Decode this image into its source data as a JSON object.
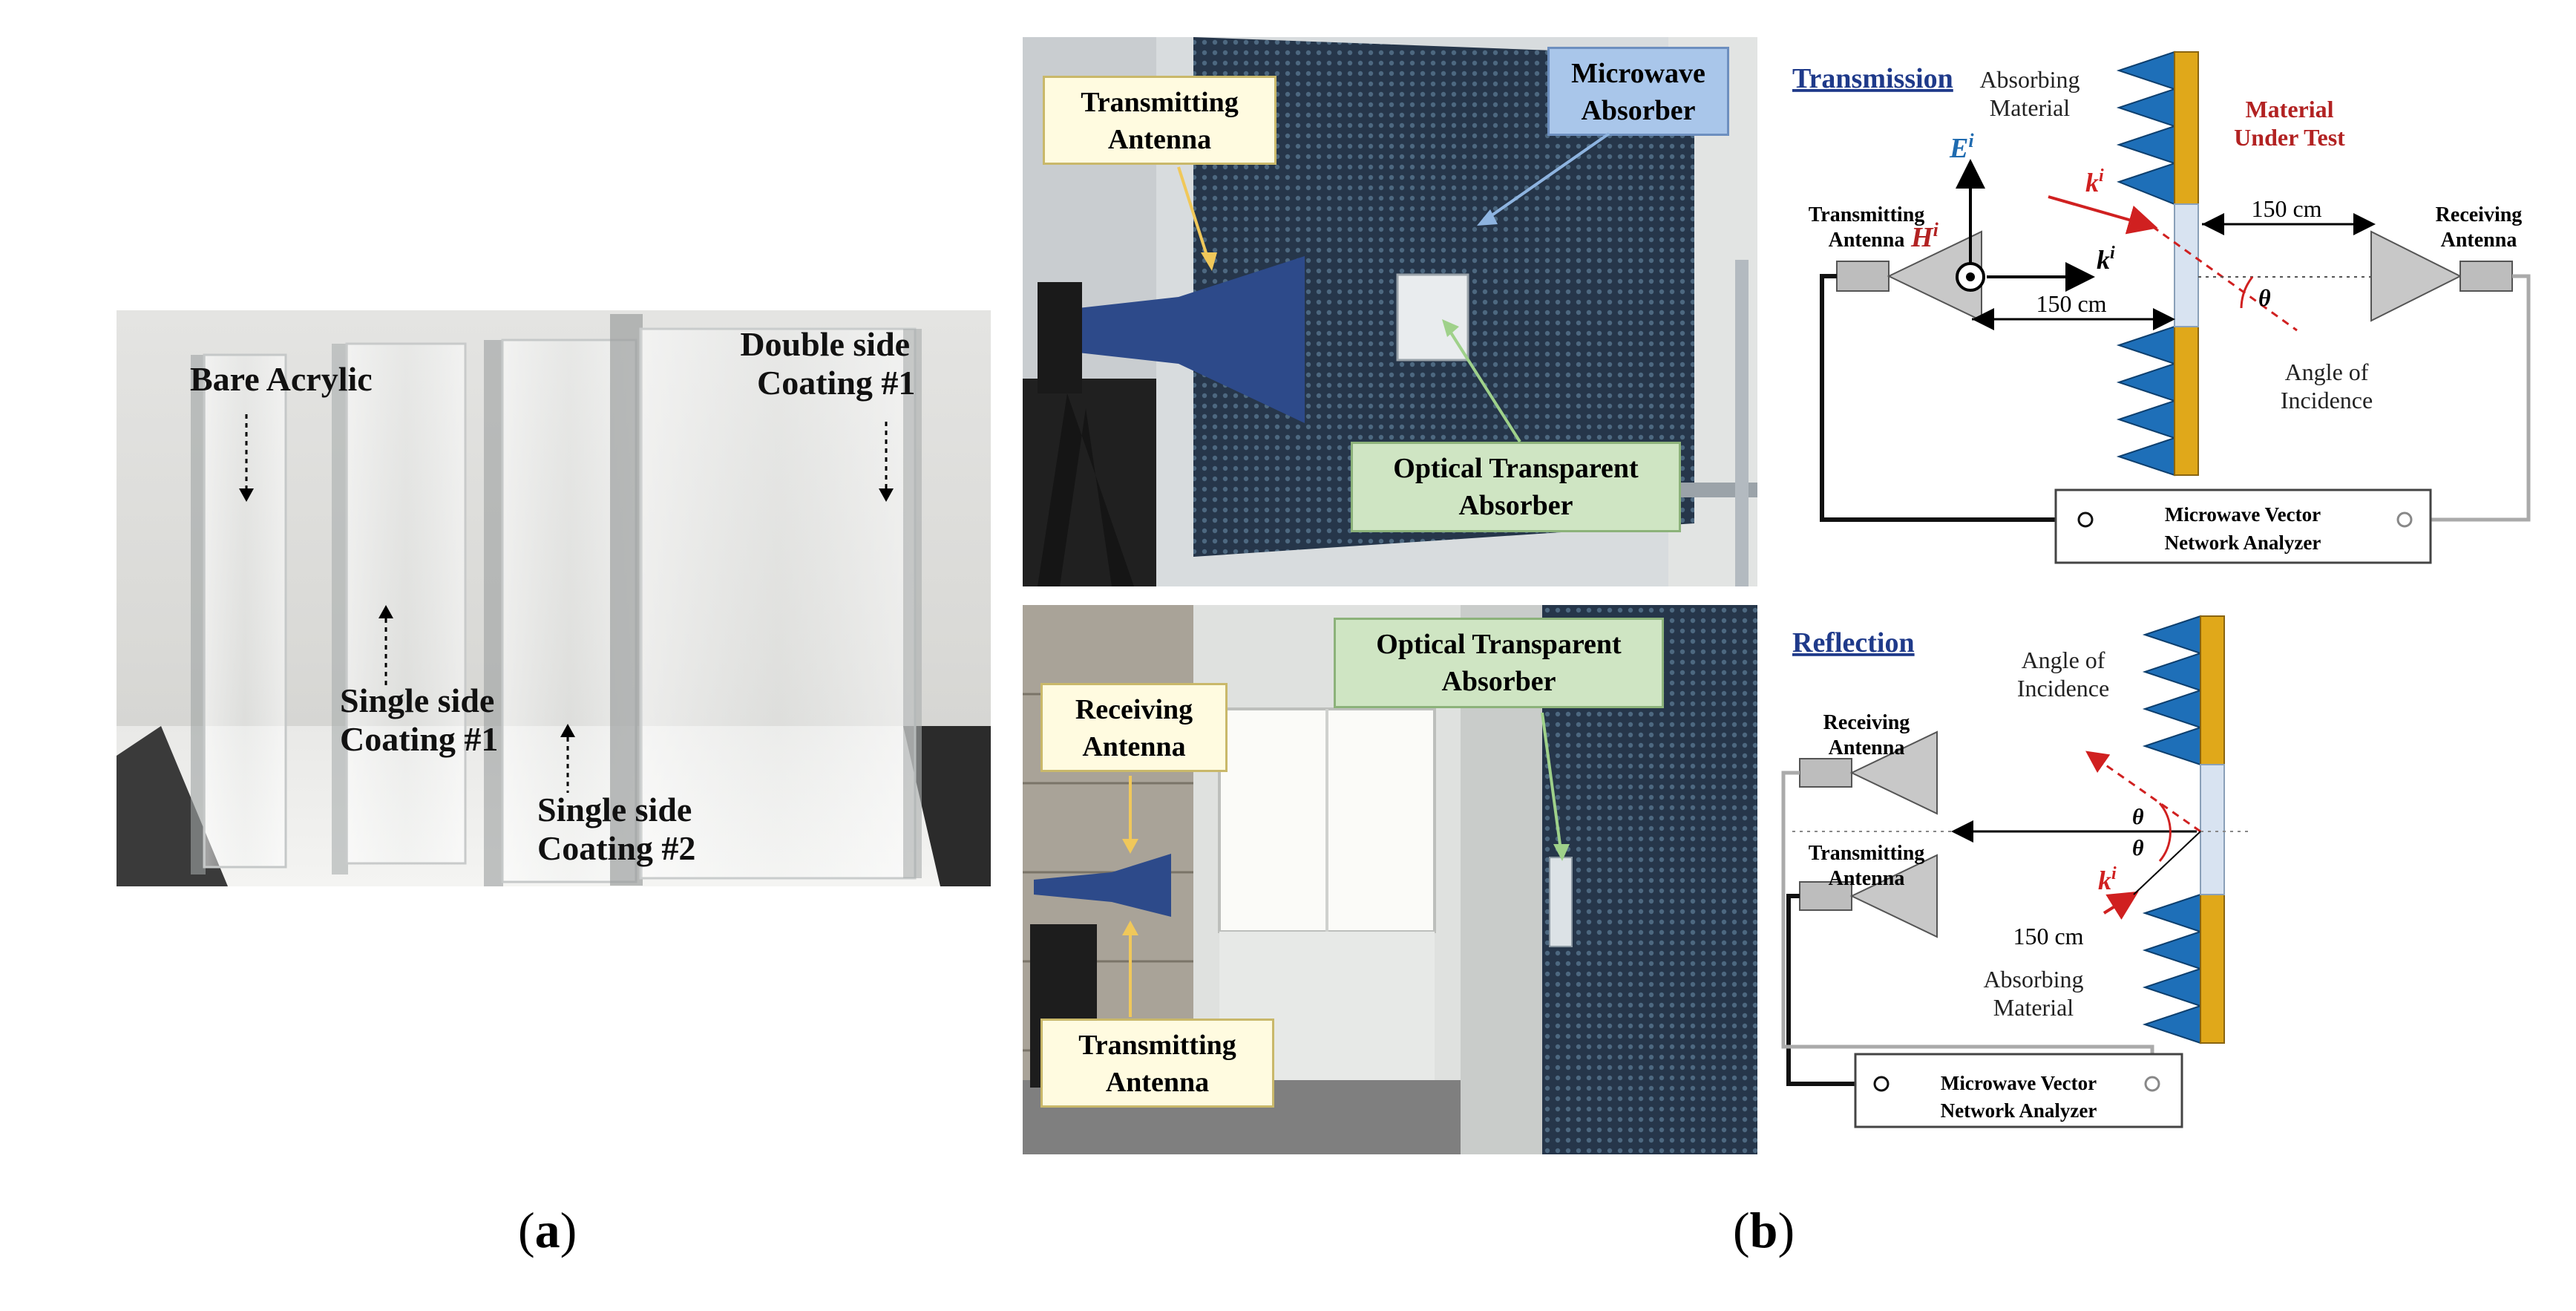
{
  "figure": {
    "caption_a": {
      "letter": "a"
    },
    "caption_b": {
      "letter": "b"
    }
  },
  "panel_a": {
    "labels": {
      "bare": "Bare Acrylic",
      "single1_line1": "Single side",
      "single1_line2": "Coating #1",
      "single2_line1": "Single side",
      "single2_line2": "Coating #2",
      "double_line1": "Double side",
      "double_line2": "Coating #1"
    }
  },
  "photo_top": {
    "tx_line1": "Transmitting",
    "tx_line2": "Antenna",
    "mw_line1": "Microwave",
    "mw_line2": "Absorber",
    "ota_line1": "Optical Transparent",
    "ota_line2": "Absorber"
  },
  "photo_bottom": {
    "ota_line1": "Optical Transparent",
    "ota_line2": "Absorber",
    "rx_line1": "Receiving",
    "rx_line2": "Antenna",
    "tx_line1": "Transmitting",
    "tx_line2": "Antenna"
  },
  "diagram_transmission": {
    "title": "Transmission",
    "absorbing_line1": "Absorbing",
    "absorbing_line2": "Material",
    "mut_line1": "Material",
    "mut_line2": "Under Test",
    "e_field": "E",
    "h_field": "H",
    "k_vec": "k",
    "superscript": "i",
    "tx_line1": "Transmitting",
    "tx_line2": "Antenna",
    "rx_line1": "Receiving",
    "rx_line2": "Antenna",
    "dist_left": "150 cm",
    "dist_right": "150 cm",
    "theta": "θ",
    "angle_line1": "Angle of",
    "angle_line2": "Incidence",
    "vna_line1": "Microwave Vector",
    "vna_line2": "Network Analyzer"
  },
  "diagram_reflection": {
    "title": "Reflection",
    "angle_line1": "Angle of",
    "angle_line2": "Incidence",
    "rx_line1": "Receiving",
    "rx_line2": "Antenna",
    "tx_line1": "Transmitting",
    "tx_line2": "Antenna",
    "theta": "θ",
    "k_vec": "k",
    "superscript": "i",
    "dist": "150 cm",
    "absorbing_line1": "Absorbing",
    "absorbing_line2": "Material",
    "vna_line1": "Microwave Vector",
    "vna_line2": "Network Analyzer"
  },
  "colors": {
    "blue_cone": "#1e6fb8",
    "gold_strip": "#e0a81a",
    "red_arrow": "#d02020",
    "title_blue": "#1f3a8a",
    "mut_red": "#b22222",
    "label_blue_bg": "#a9c6ea",
    "label_green_bg": "#cfe5c3",
    "label_yellow_bg": "#fffbe0"
  }
}
